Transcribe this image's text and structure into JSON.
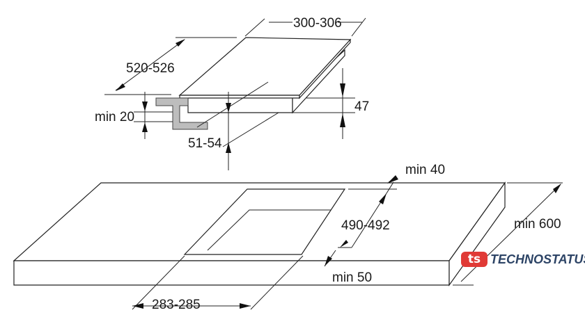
{
  "dimensions": {
    "hob_width": "300-306",
    "hob_depth": "520-526",
    "worktop_thickness_min": "min 20",
    "built_in_depth": "51-54",
    "hob_height": "47",
    "rear_clearance": "min 40",
    "cutout_depth": "490-492",
    "worktop_depth": "min 600",
    "front_clearance": "min 50",
    "cutout_width": "283-285"
  },
  "watermark": {
    "mark": "ts",
    "text": "TECHNOSTATUS",
    "color": "#e03a36"
  }
}
